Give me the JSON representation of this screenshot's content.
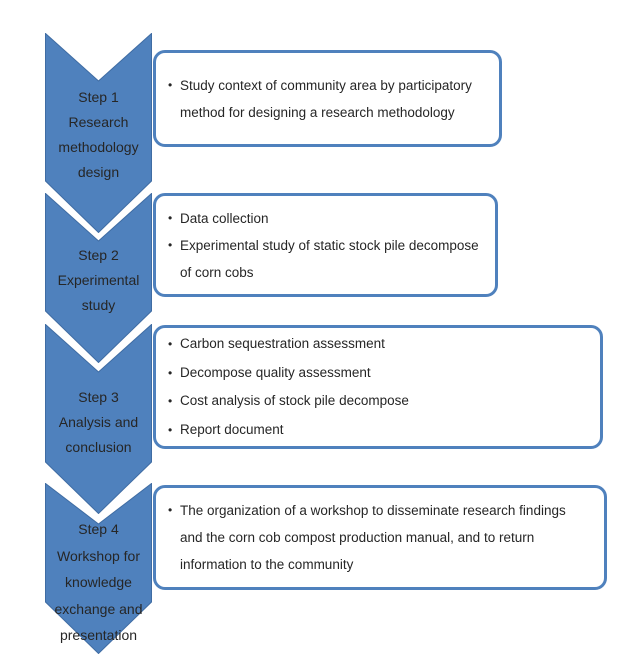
{
  "diagram": {
    "background": "#ffffff",
    "colors": {
      "chevron_fill": "#4f81bd",
      "chevron_border": "#3f6ca3",
      "box_border": "#4f81bd",
      "box_fill": "#ffffff",
      "text_color": "#262626"
    },
    "bullet_glyph": "•",
    "steps": [
      {
        "id": "step-1",
        "label_lines": [
          "Step 1",
          "Research",
          "methodology",
          "design"
        ],
        "bullets": [
          {
            "lines": [
              "Study context of community area by participatory",
              "method for designing a research methodology"
            ]
          }
        ]
      },
      {
        "id": "step-2",
        "label_lines": [
          "Step 2",
          "Experimental",
          "study"
        ],
        "bullets": [
          {
            "lines": [
              "Data collection"
            ]
          },
          {
            "lines": [
              "Experimental study of static stock pile decompose",
              "of corn cobs"
            ]
          }
        ]
      },
      {
        "id": "step-3",
        "label_lines": [
          "Step 3",
          "Analysis and",
          "conclusion"
        ],
        "bullets": [
          {
            "lines": [
              "Carbon sequestration assessment"
            ]
          },
          {
            "lines": [
              "Decompose quality assessment"
            ]
          },
          {
            "lines": [
              "Cost analysis of stock pile decompose"
            ]
          },
          {
            "lines": [
              "Report document"
            ]
          }
        ]
      },
      {
        "id": "step-4",
        "label_lines": [
          "Step 4",
          "Workshop for",
          "knowledge",
          "exchange and",
          "presentation"
        ],
        "bullets": [
          {
            "lines": [
              "The organization of a workshop to disseminate research findings",
              "and the corn cob compost production manual, and to return",
              "information to the community"
            ]
          }
        ]
      }
    ]
  }
}
